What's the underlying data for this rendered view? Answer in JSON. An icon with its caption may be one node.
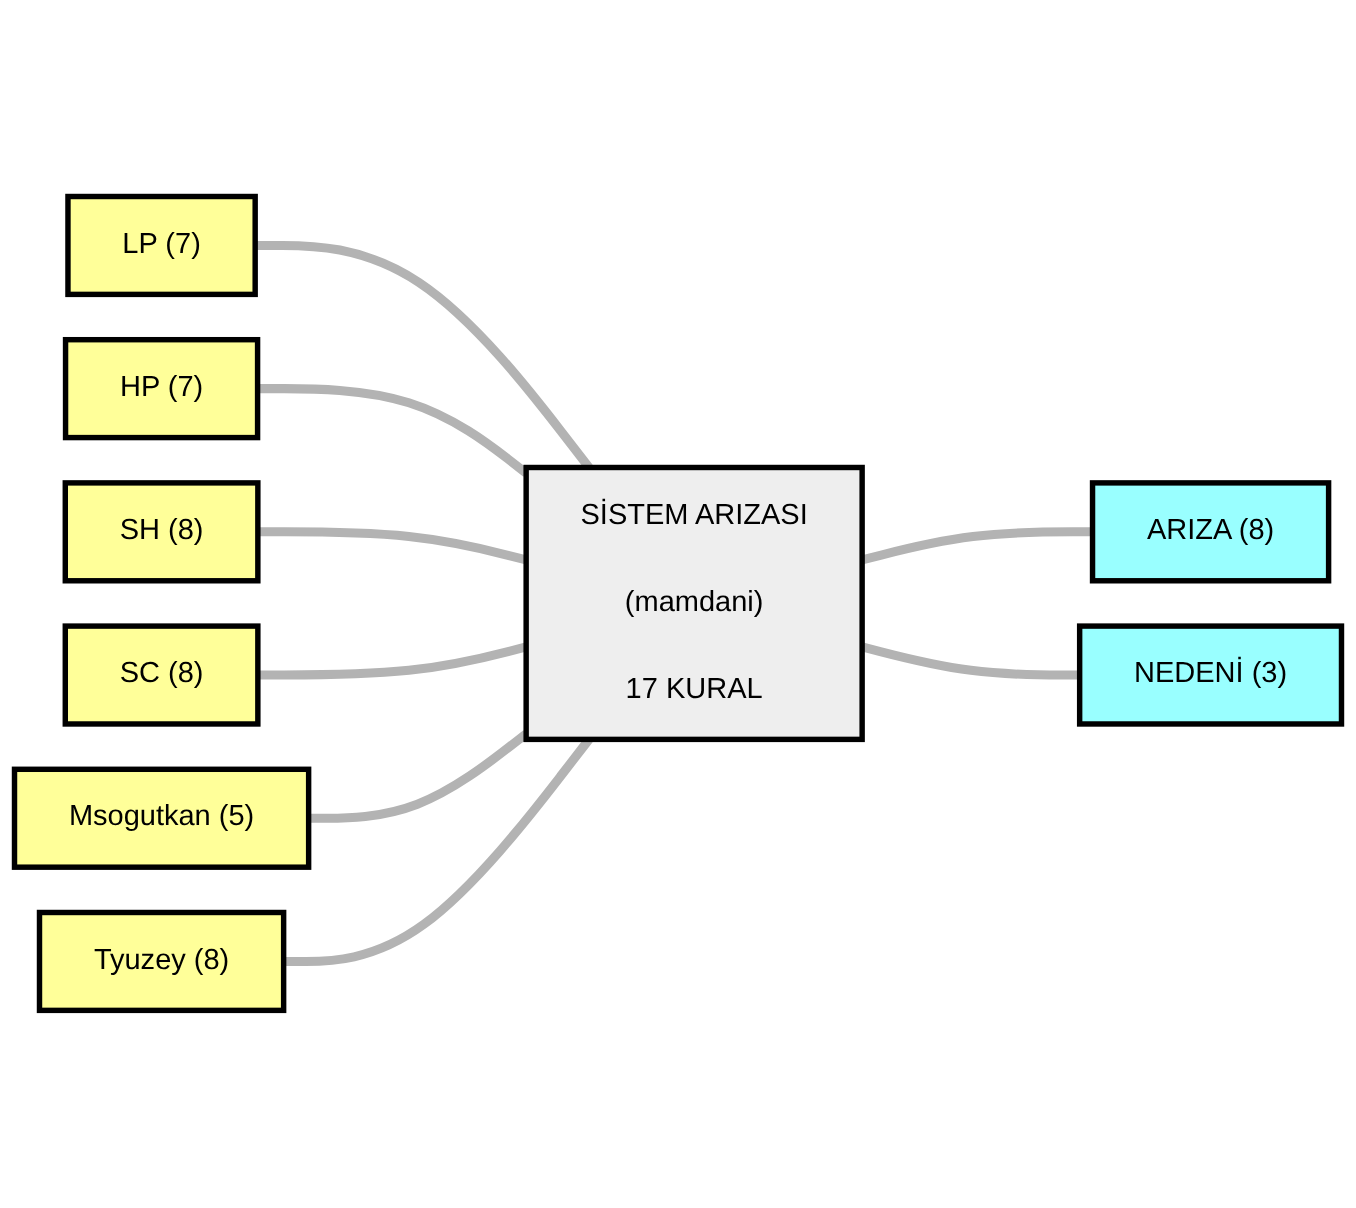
{
  "diagram": {
    "nodes": [
      {
        "text": [
          "LP (7)"
        ]
      },
      {
        "text": [
          "HP (7)"
        ]
      },
      {
        "text": [
          "SH (8)"
        ]
      },
      {
        "text": [
          "SC (8)"
        ]
      },
      {
        "text": [
          "Msogutkan (5)"
        ]
      },
      {
        "text": [
          "Tyuzey (8)"
        ]
      },
      {
        "text": [
          "SİSTEM ARIZASI",
          "(mamdani)",
          "17 KURAL"
        ]
      },
      {
        "text": [
          "ARIZA (8)"
        ]
      },
      {
        "text": [
          "NEDENİ (3)"
        ]
      }
    ],
    "edges": [
      {
        "from": 0,
        "to": 6,
        "arrow": "none"
      },
      {
        "from": 1,
        "to": 6,
        "arrow": "none"
      },
      {
        "from": 2,
        "to": 6,
        "arrow": "none"
      },
      {
        "from": 3,
        "to": 6,
        "arrow": "none"
      },
      {
        "from": 4,
        "to": 6,
        "arrow": "none"
      },
      {
        "from": 5,
        "to": 6,
        "arrow": "none"
      },
      {
        "from": 6,
        "to": 7,
        "arrow": "none"
      },
      {
        "from": 6,
        "to": 8,
        "arrow": "none"
      }
    ]
  }
}
